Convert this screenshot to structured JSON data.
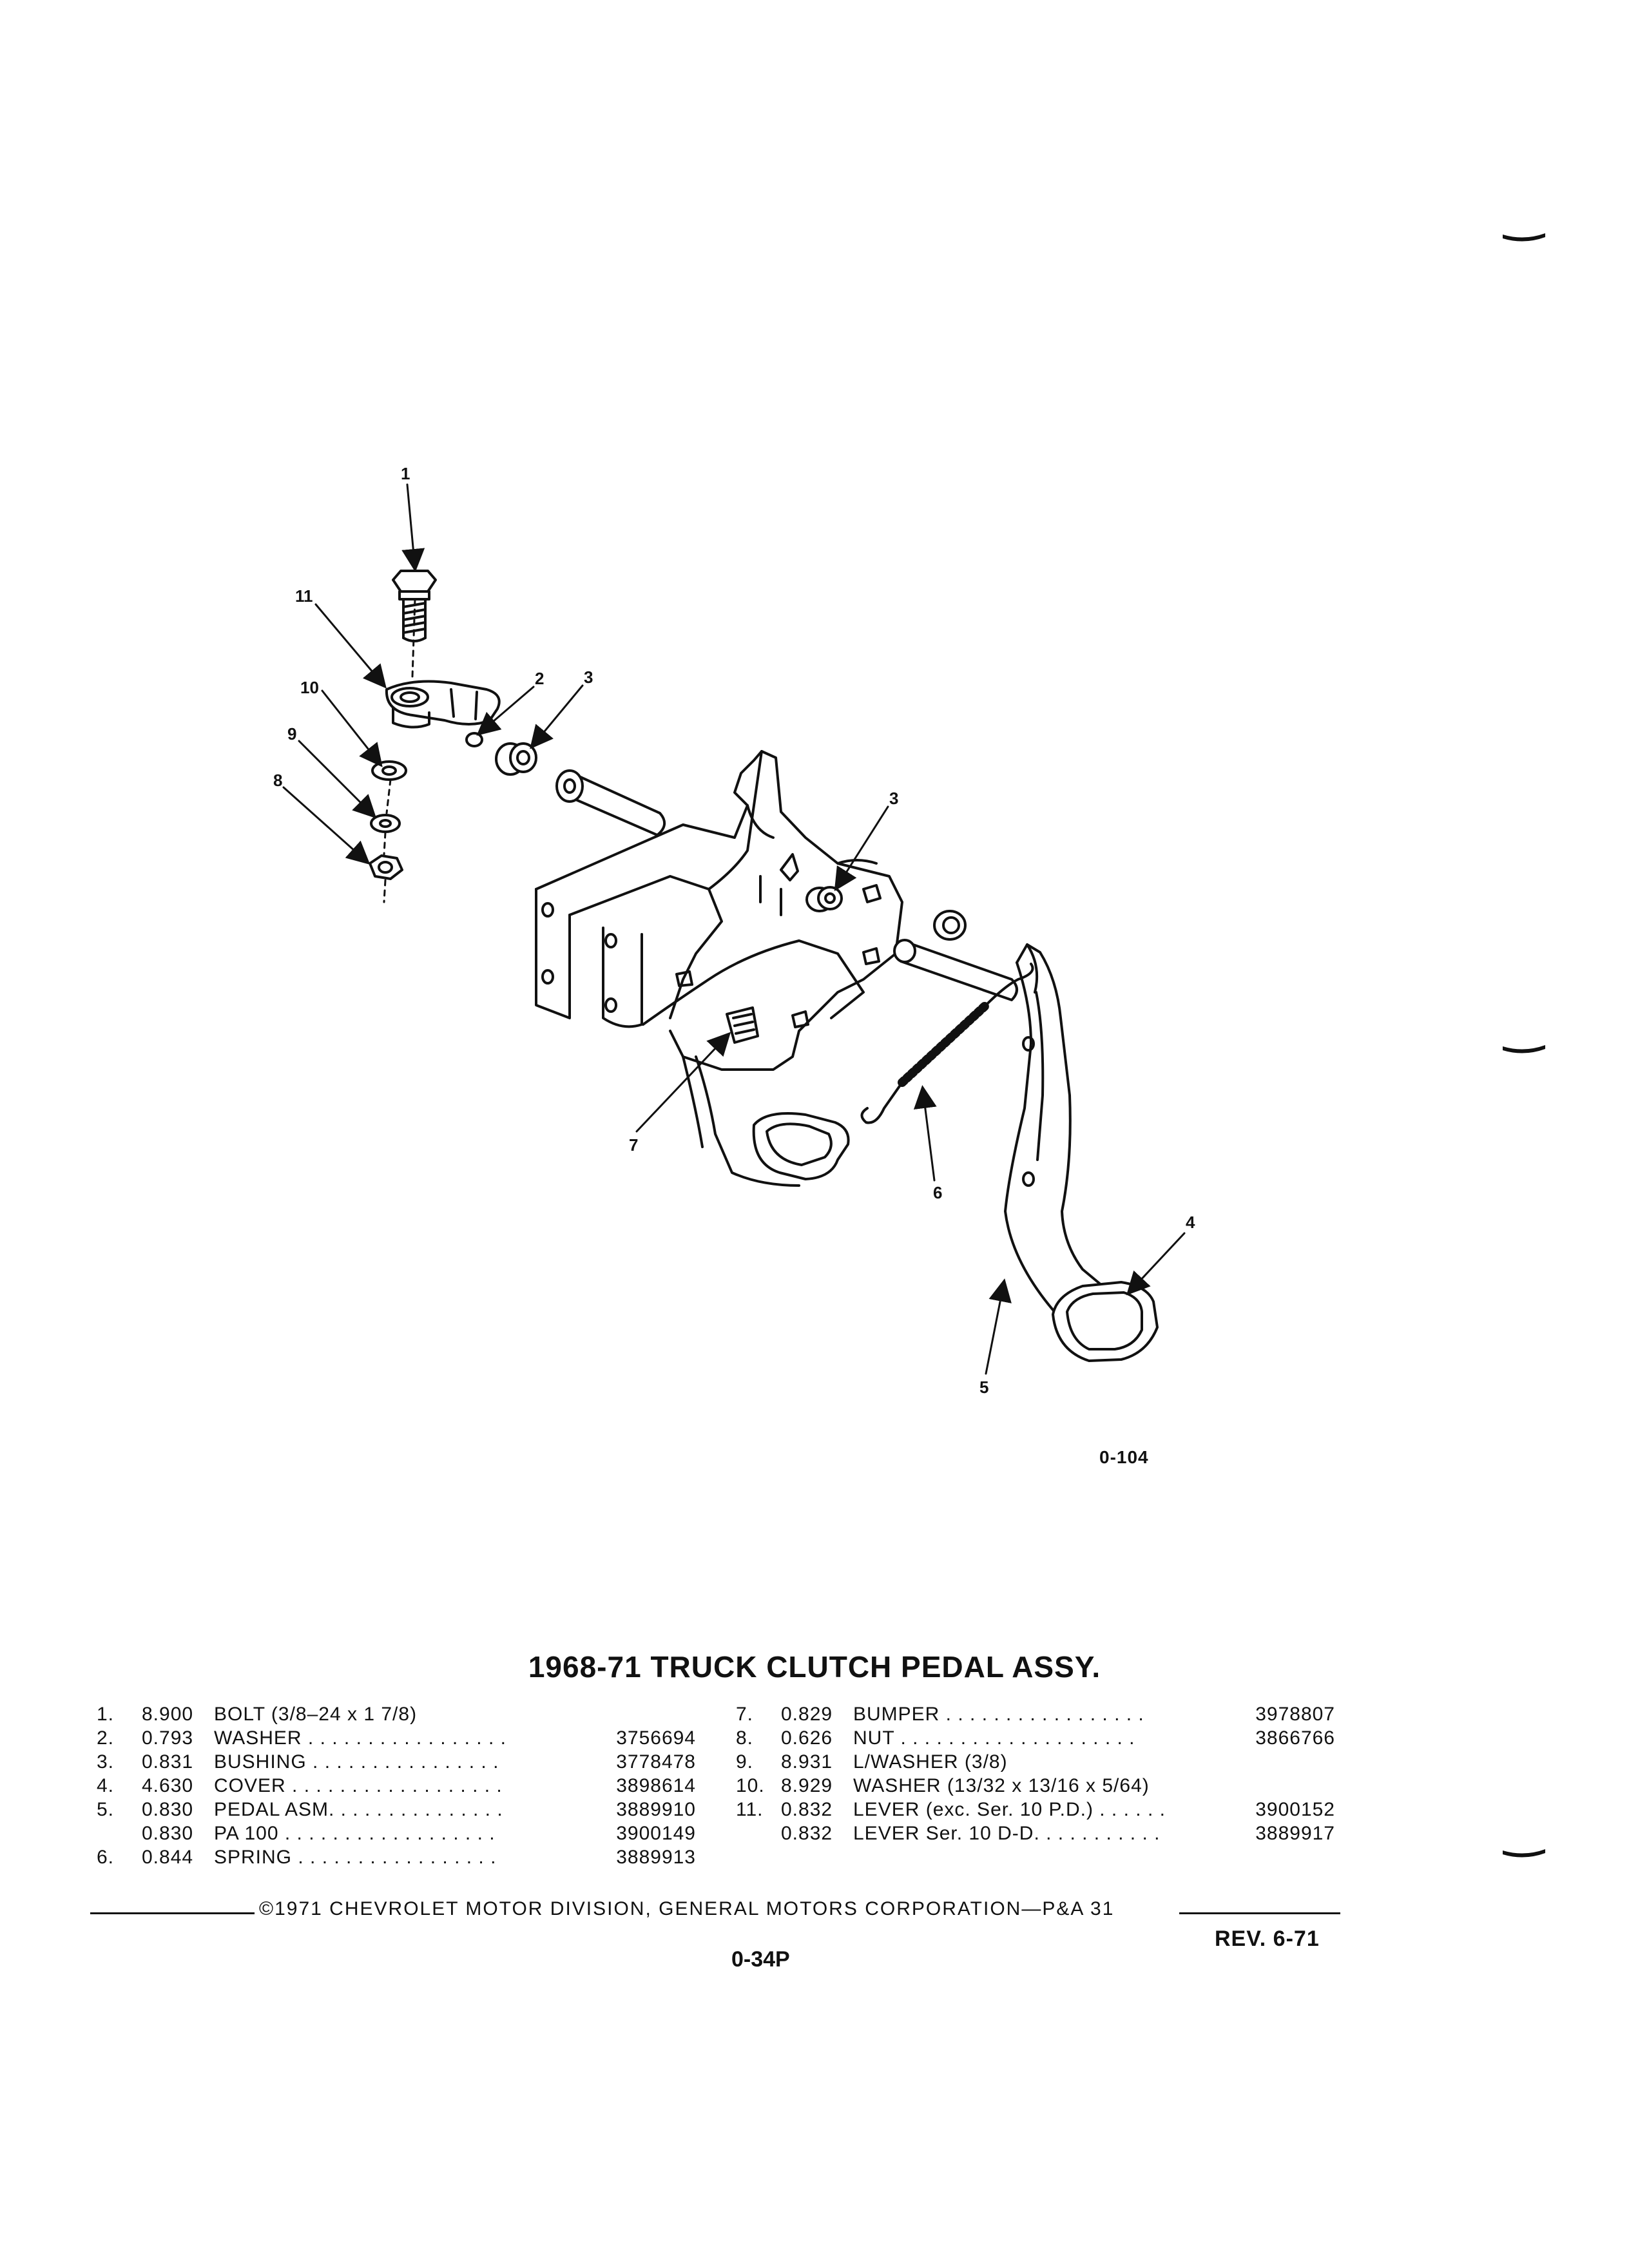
{
  "figure": {
    "code": "0-104",
    "callouts": {
      "c1": "1",
      "c2": "2",
      "c3a": "3",
      "c3b": "3",
      "c4": "4",
      "c5": "5",
      "c6": "6",
      "c7": "7",
      "c8": "8",
      "c9": "9",
      "c10": "10",
      "c11": "11"
    }
  },
  "title": "1968-71 TRUCK CLUTCH PEDAL ASSY.",
  "parts_left": [
    {
      "no": "1.",
      "code": "8.900",
      "desc": "BOLT (3/8–24 x 1 7/8)",
      "pn": ""
    },
    {
      "no": "2.",
      "code": "0.793",
      "desc": "WASHER . . . . . . . . . . . . . . . . .",
      "pn": "3756694"
    },
    {
      "no": "3.",
      "code": "0.831",
      "desc": "BUSHING . . . . . . . . . . . . . . . .",
      "pn": "3778478"
    },
    {
      "no": "4.",
      "code": "4.630",
      "desc": "COVER . . . . . . . . . . . . . . . . . .",
      "pn": "3898614"
    },
    {
      "no": "5.",
      "code": "0.830",
      "desc": "PEDAL ASM. . . . . . . . . . . . . . .",
      "pn": "3889910"
    },
    {
      "no": "",
      "code": "0.830",
      "desc": "PA 100 . . . . . . . . . . . . . . . . . .",
      "pn": "3900149"
    },
    {
      "no": "6.",
      "code": "0.844",
      "desc": "SPRING . . . . . . . . . . . . . . . . .",
      "pn": "3889913"
    }
  ],
  "parts_right": [
    {
      "no": "7.",
      "code": "0.829",
      "desc": "BUMPER . . . . . . . . . . . . . . . . .",
      "pn": "3978807"
    },
    {
      "no": "8.",
      "code": "0.626",
      "desc": "NUT . . . . . . . . . . . . . . . . . . . .",
      "pn": "3866766"
    },
    {
      "no": "9.",
      "code": "8.931",
      "desc": "L/WASHER (3/8)",
      "pn": ""
    },
    {
      "no": "10.",
      "code": "8.929",
      "desc": "WASHER (13/32 x 13/16 x 5/64)",
      "pn": ""
    },
    {
      "no": "11.",
      "code": "0.832",
      "desc": "LEVER (exc. Ser. 10 P.D.) . . . . . .",
      "pn": "3900152"
    },
    {
      "no": "",
      "code": "0.832",
      "desc": "LEVER Ser. 10 D-D. . . . . . . . . . .",
      "pn": "3889917"
    }
  ],
  "footer": {
    "copyright": "©1971 CHEVROLET MOTOR DIVISION, GENERAL MOTORS CORPORATION—P&A 31",
    "revision": "REV. 6-71",
    "page_number": "0-34P"
  }
}
